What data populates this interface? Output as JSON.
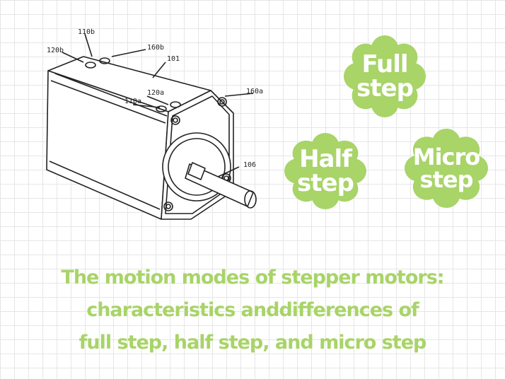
{
  "drawing": {
    "labels": {
      "a": "110b",
      "b": "120b",
      "c": "160b",
      "d": "101",
      "e": "120a",
      "f": "110a",
      "g": "160a",
      "h": "106"
    }
  },
  "badges": {
    "full": {
      "line1": "Full",
      "line2": "step"
    },
    "half": {
      "line1": "Half",
      "line2": "step"
    },
    "micro": {
      "line1": "Micro",
      "line2": "step"
    }
  },
  "colors": {
    "badge_green": "#a8d468",
    "title_green": "#a8d468",
    "grid": "#e6e6e6"
  },
  "title": {
    "line1": "The motion modes of stepper motors:",
    "line2": "characteristics anddifferences of",
    "line3": "full step, half step, and micro step"
  }
}
